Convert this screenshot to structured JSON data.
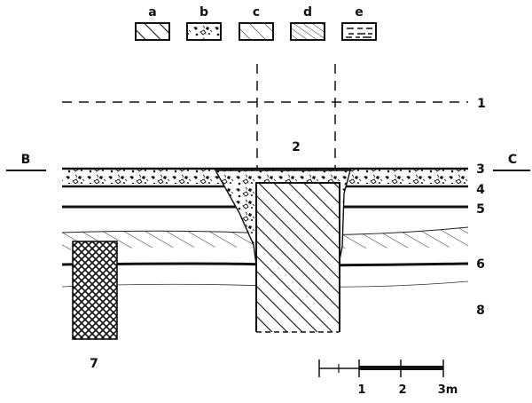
{
  "legend": [
    {
      "key": "a",
      "label": "a"
    },
    {
      "key": "b",
      "label": "b"
    },
    {
      "key": "c",
      "label": "c"
    },
    {
      "key": "d",
      "label": "d"
    },
    {
      "key": "e",
      "label": "e"
    }
  ],
  "section_labels": {
    "left": "B",
    "right": "C"
  },
  "layer_numbers": {
    "n1": "1",
    "n2": "2",
    "n3": "3",
    "n4": "4",
    "n5": "5",
    "n6": "6",
    "n7": "7",
    "n8": "8"
  },
  "scale": {
    "ticks": [
      "1",
      "2",
      "3m"
    ]
  },
  "colors": {
    "ink": "#111111",
    "paper": "#ffffff"
  }
}
